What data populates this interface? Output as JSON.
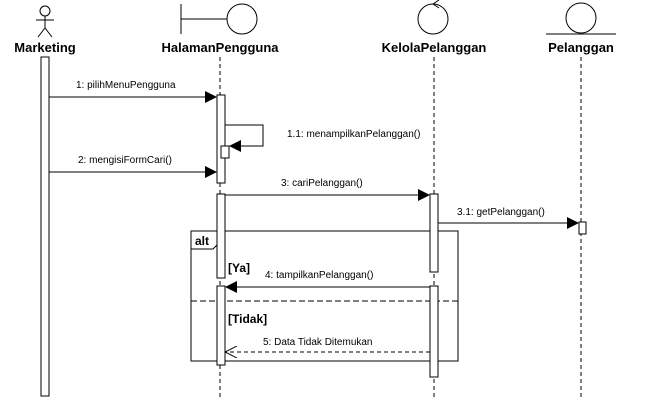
{
  "lifelines": {
    "marketing": "Marketing",
    "halaman": "HalamanPengguna",
    "kelola": "KelolaPelanggan",
    "pelanggan": "Pelanggan"
  },
  "messages": {
    "m1": "1: pilihMenuPengguna",
    "m1_1": "1.1: menampilkanPelanggan()",
    "m2": "2: mengisiFormCari()",
    "m3": "3: cariPelanggan()",
    "m3_1": "3.1: getPelanggan()",
    "m4": "4: tampilkanPelanggan()",
    "m5": "5: Data Tidak Ditemukan"
  },
  "frame": {
    "operator": "alt",
    "guard_1": "[Ya]",
    "guard_2": "[Tidak]"
  },
  "icons": {
    "marketing": "actor-icon",
    "halaman": "boundary-icon",
    "kelola": "control-icon",
    "pelanggan": "entity-icon"
  }
}
